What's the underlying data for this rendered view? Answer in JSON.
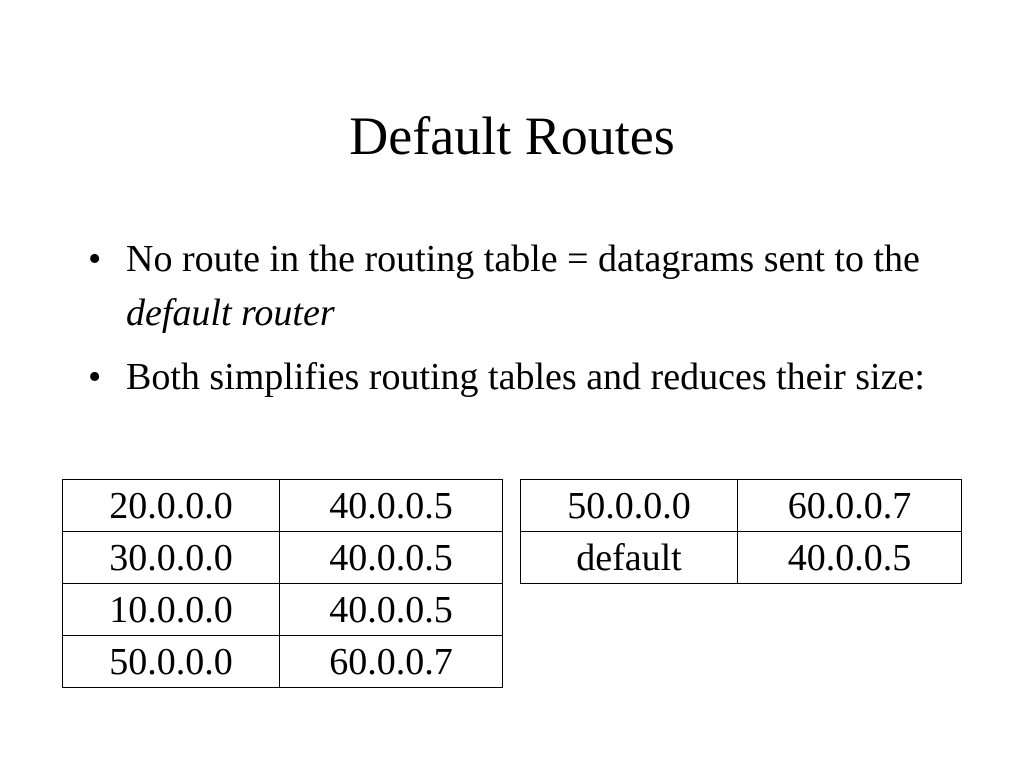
{
  "slide": {
    "title": "Default Routes",
    "bullets": [
      {
        "text": "No route in the routing table = datagrams sent to the ",
        "italic": "default router"
      },
      {
        "text": "Both simplifies routing tables and reduces their size:"
      }
    ],
    "bullet_symbol": "•"
  },
  "tables": {
    "left": {
      "rows": [
        [
          "20.0.0.0",
          "40.0.0.5"
        ],
        [
          "30.0.0.0",
          "40.0.0.5"
        ],
        [
          "10.0.0.0",
          "40.0.0.5"
        ],
        [
          "50.0.0.0",
          "60.0.0.7"
        ]
      ]
    },
    "right": {
      "rows": [
        [
          "50.0.0.0",
          "60.0.0.7"
        ],
        [
          "default",
          "40.0.0.5"
        ]
      ]
    }
  }
}
